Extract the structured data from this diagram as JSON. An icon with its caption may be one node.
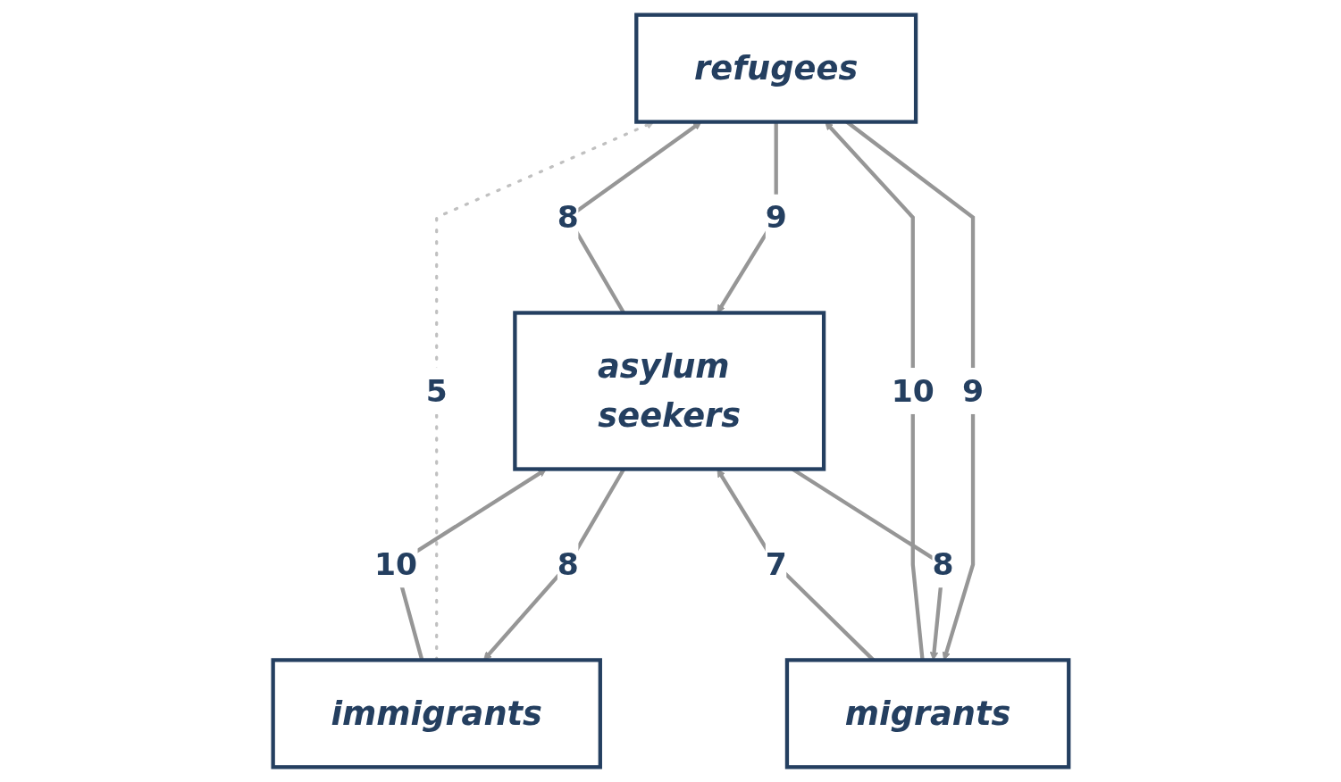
{
  "diagram": {
    "nodes": [
      {
        "text": [
          "refugees"
        ]
      },
      {
        "text": [
          "immigrants"
        ]
      },
      {
        "text": [
          "asylum seekers"
        ]
      },
      {
        "text": [
          "migrants"
        ]
      }
    ],
    "edges": [
      {
        "from": 1,
        "to": 0,
        "arrow": "to",
        "label": "5",
        "style": "dashed",
        "color": "#c0c0c0"
      },
      {
        "from": 0,
        "to": 2,
        "arrow": "to",
        "label": "9"
      },
      {
        "from": 2,
        "to": 0,
        "arrow": "to",
        "label": "8"
      },
      {
        "from": 3,
        "to": 0,
        "arrow": "to",
        "label": "10"
      },
      {
        "from": 2,
        "to": 1,
        "arrow": "to",
        "label": "8"
      },
      {
        "from": 1,
        "to": 2,
        "arrow": "to",
        "label": "10"
      },
      {
        "from": 0,
        "to": 3,
        "arrow": "to",
        "label": "9"
      },
      {
        "from": 2,
        "to": 3,
        "arrow": "to",
        "label": "8"
      },
      {
        "from": 3,
        "to": 2,
        "arrow": "to",
        "label": "7"
      }
    ]
  }
}
